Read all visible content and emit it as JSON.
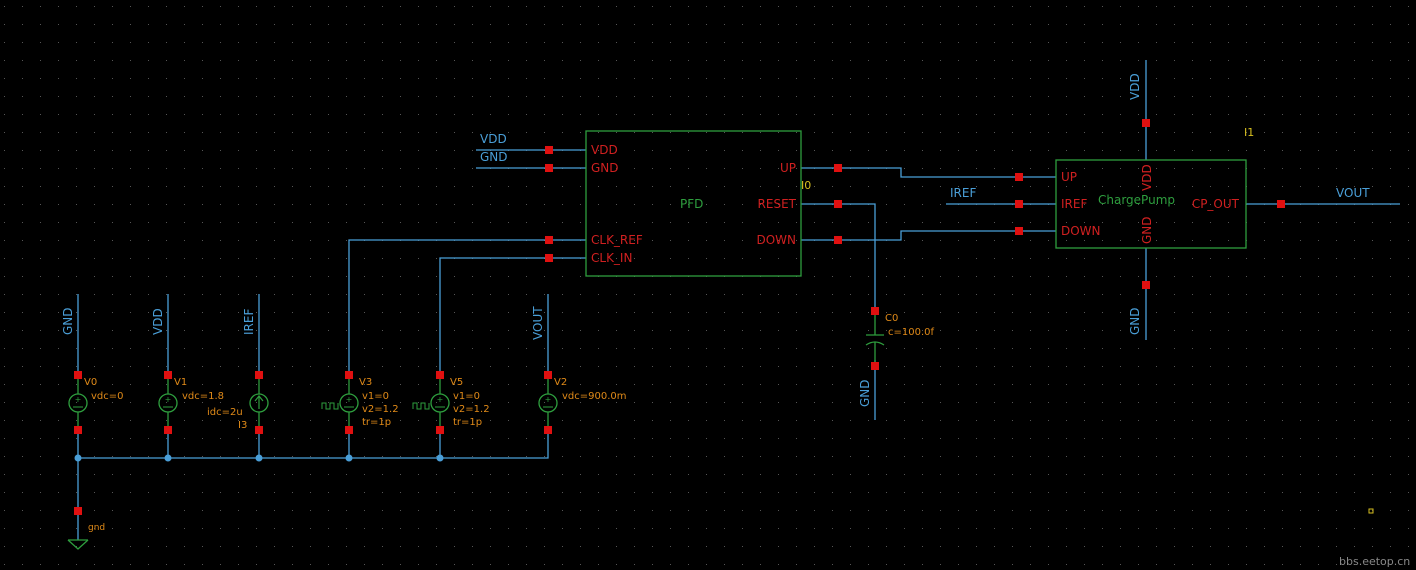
{
  "colors": {
    "background": "#000000",
    "wire": "#4a9fd8",
    "symbol": "#2e9e3e",
    "pin": "#e01010",
    "pin_text": "#d02020",
    "param_text": "#e08a18",
    "instance_text": "#d8c020",
    "grid_dot": "#565656",
    "watermark": "#888888"
  },
  "net_labels": {
    "vdd_in": "VDD",
    "gnd_in": "GND",
    "iref_cp": "IREF",
    "vout_cp": "VOUT",
    "vdd_cp_top": "VDD",
    "gnd_cp_bot": "GND",
    "gnd_cap": "GND",
    "gnd_src": "GND",
    "vdd_src": "VDD",
    "iref_src": "IREF",
    "vout_src": "VOUT"
  },
  "pfd": {
    "name": "PFD",
    "instance": "I0",
    "pins": {
      "vdd": "VDD",
      "gnd": "GND",
      "clk_ref": "CLK_REF",
      "clk_in": "CLK_IN",
      "up": "UP",
      "reset": "RESET",
      "down": "DOWN"
    }
  },
  "chargepump": {
    "name": "ChargePump",
    "instance": "I1",
    "pins": {
      "up": "UP",
      "iref": "IREF",
      "down": "DOWN",
      "vdd": "VDD",
      "gnd": "GND",
      "cp_out": "CP_OUT"
    }
  },
  "cap": {
    "instance": "C0",
    "param": "c=100.0f"
  },
  "sources": {
    "v0": {
      "instance": "V0",
      "param1": "vdc=0"
    },
    "v1": {
      "instance": "V1",
      "param1": "vdc=1.8"
    },
    "i3": {
      "instance": "I3",
      "param1": "idc=2u"
    },
    "v3": {
      "instance": "V3",
      "param1": "v1=0",
      "param2": "v2=1.2",
      "param3": "tr=1p"
    },
    "v5": {
      "instance": "V5",
      "param1": "v1=0",
      "param2": "v2=1.2",
      "param3": "tr=1p"
    },
    "v2": {
      "instance": "V2",
      "param1": "vdc=900.0m"
    }
  },
  "ground_symbol": {
    "label": "gnd"
  },
  "watermark": "bbs.eetop.cn"
}
